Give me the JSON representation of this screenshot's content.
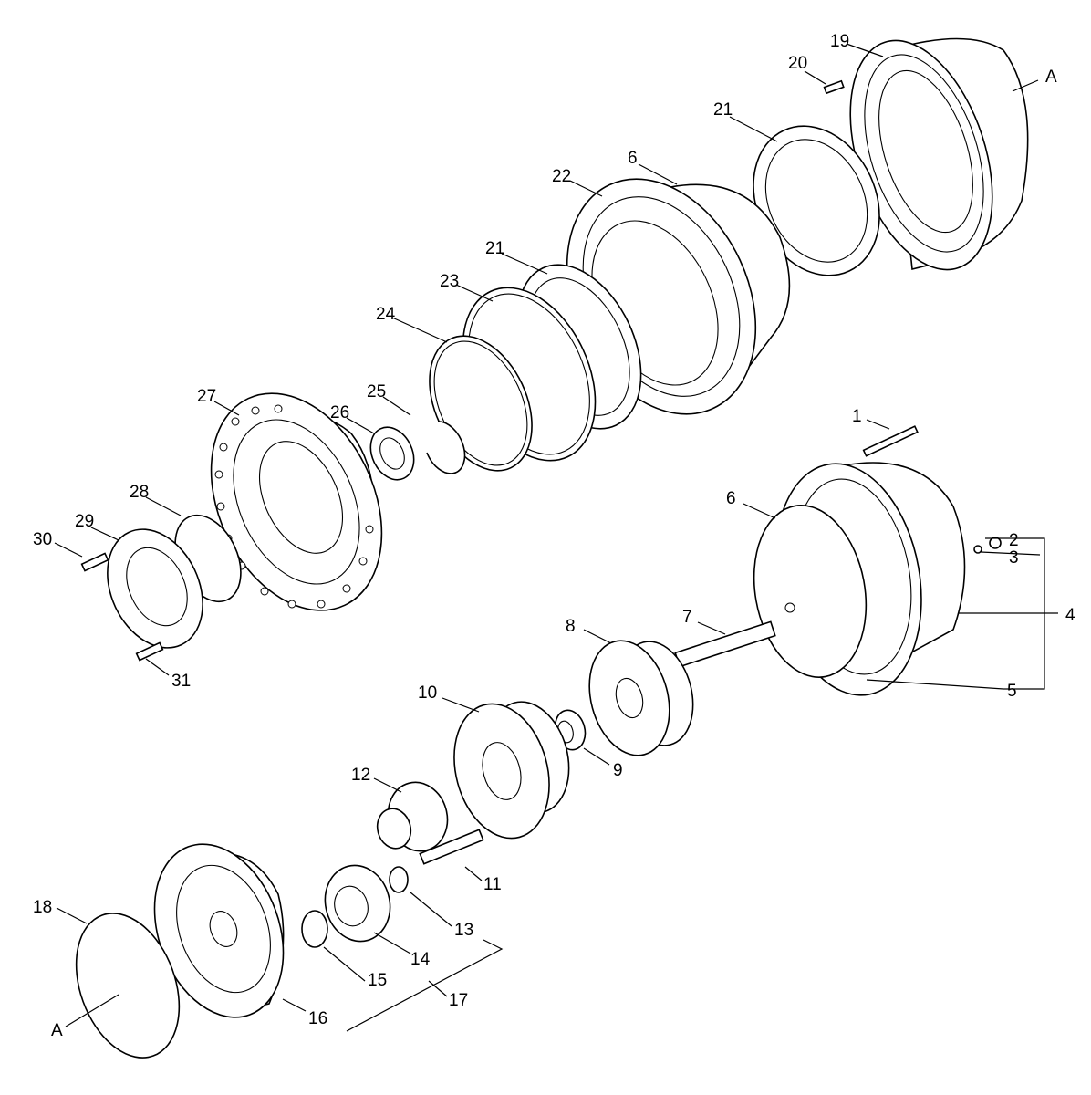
{
  "labels": {
    "p1": "1",
    "p2": "2",
    "p3": "3",
    "p4": "4",
    "p5": "5",
    "p6a": "6",
    "p6b": "6",
    "p7": "7",
    "p8": "8",
    "p9": "9",
    "p10": "10",
    "p11": "11",
    "p12": "12",
    "p13": "13",
    "p14": "14",
    "p15": "15",
    "p16": "16",
    "p17": "17",
    "p18": "18",
    "p19": "19",
    "p20": "20",
    "p21a": "21",
    "p21b": "21",
    "p22": "22",
    "p23": "23",
    "p24": "24",
    "p25": "25",
    "p26": "26",
    "p27": "27",
    "p28": "28",
    "p29": "29",
    "p30": "30",
    "p31": "31",
    "refA_top": "A",
    "refA_bottom": "A"
  }
}
